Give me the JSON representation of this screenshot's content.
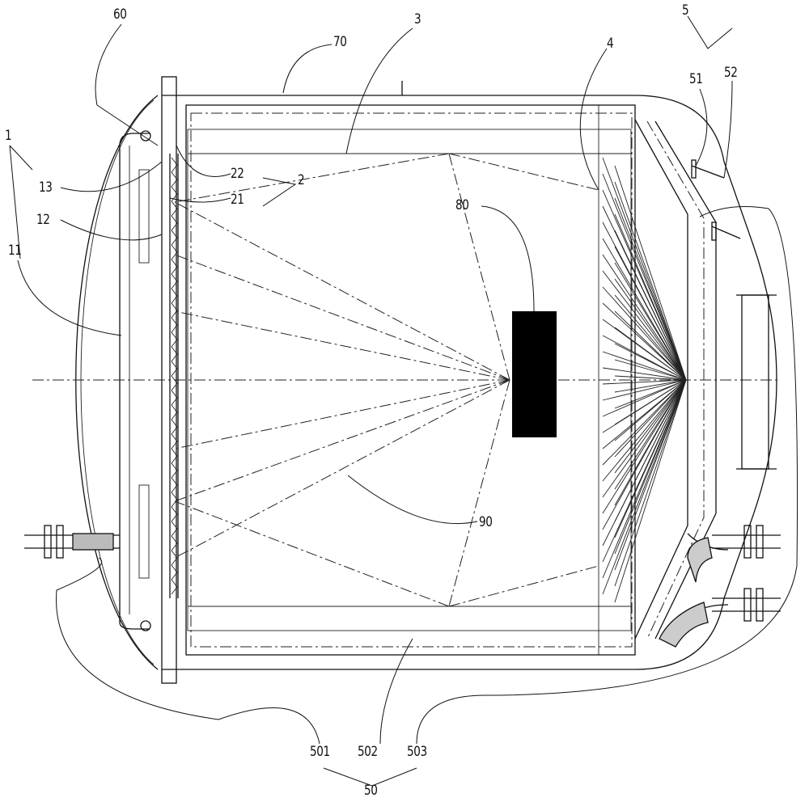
{
  "labels": {
    "l60": "60",
    "l70": "70",
    "l3": "3",
    "l4": "4",
    "l5": "5",
    "l51": "51",
    "l52": "52",
    "l1": "1",
    "l13": "13",
    "l12": "12",
    "l11": "11",
    "l22": "22",
    "l21": "21",
    "l2": "2",
    "l80": "80",
    "l90": "90",
    "l501": "501",
    "l502": "502",
    "l503": "503",
    "l50": "50"
  }
}
